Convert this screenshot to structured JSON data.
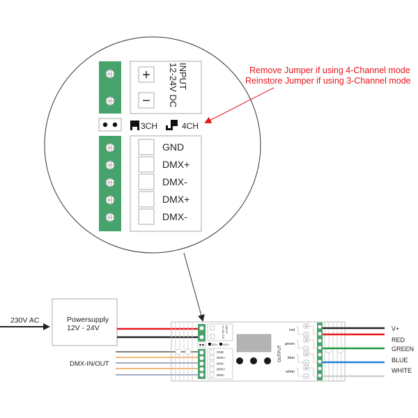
{
  "annotation": {
    "line1": "Remove Jumper if using 4-Channel mode",
    "line2": "Reinstore Jumper if using 3-Channel mode",
    "color": "#e8141b"
  },
  "detail": {
    "input_label": "INPUT",
    "input_voltage": "12-24V DC",
    "plus": "+",
    "minus": "−",
    "jumper_3ch": "3CH",
    "jumper_4ch": "4CH",
    "dmx_terminals": [
      "GND",
      "DMX+",
      "DMX-",
      "DMX+",
      "DMX-"
    ]
  },
  "powersupply": {
    "input_label": "230V AC",
    "title": "Powersupply",
    "voltage": "12V - 24V"
  },
  "dmx_label": "DMX-IN/OUT",
  "device": {
    "output_label": "OUTPUT",
    "channels": [
      "red",
      "green",
      "blue",
      "white"
    ]
  },
  "outputs": [
    {
      "label": "V+",
      "color": "#222222"
    },
    {
      "label": "RED",
      "color": "#e8141b"
    },
    {
      "label": "GREEN",
      "color": "#1a9a3a"
    },
    {
      "label": "BLUE",
      "color": "#1f7fd6"
    },
    {
      "label": "WHITE",
      "color": "#cfcfcf"
    }
  ],
  "colors": {
    "terminal_green": "#47a36c",
    "wire_red": "#e8141b",
    "wire_black": "#222222",
    "wire_orange": "#f0a04b",
    "wire_blue": "#7d8fb0",
    "display_gray": "#b3b3b3"
  }
}
